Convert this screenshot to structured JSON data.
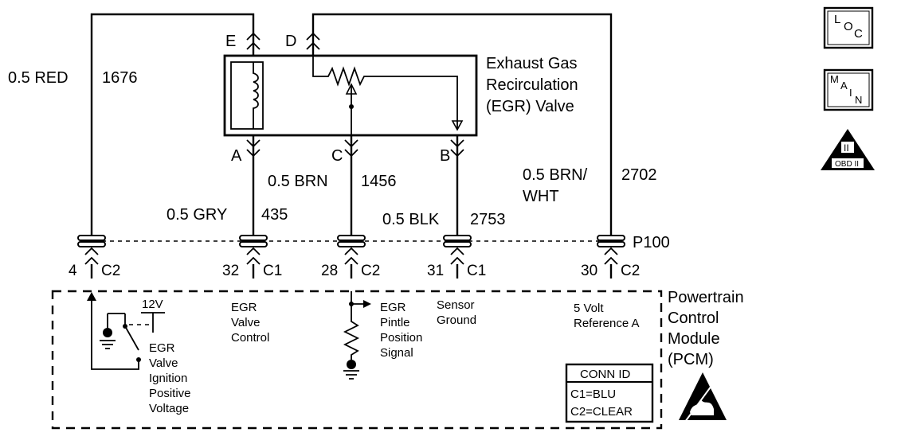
{
  "component": {
    "name_lines": [
      "Exhaust Gas",
      "Recirculation",
      "(EGR) Valve"
    ]
  },
  "valve_terminals": {
    "e": "E",
    "d": "D",
    "a": "A",
    "c": "C",
    "b": "B"
  },
  "wires": {
    "red": {
      "gauge_color": "0.5 RED",
      "circuit": "1676"
    },
    "gry": {
      "gauge_color": "0.5 GRY",
      "circuit": "435"
    },
    "brn": {
      "gauge_color": "0.5 BRN",
      "circuit": "1456"
    },
    "blk": {
      "gauge_color": "0.5 BLK",
      "circuit": "2753"
    },
    "brnwht": {
      "gauge_color_lines": [
        "0.5 BRN/",
        "WHT"
      ],
      "circuit": "2702"
    }
  },
  "connector_ref": "P100",
  "pins": [
    {
      "number": "4",
      "connector": "C2"
    },
    {
      "number": "32",
      "connector": "C1"
    },
    {
      "number": "28",
      "connector": "C2"
    },
    {
      "number": "31",
      "connector": "C1"
    },
    {
      "number": "30",
      "connector": "C2"
    }
  ],
  "pcm": {
    "name_lines": [
      "Powertrain",
      "Control",
      "Module",
      "(PCM)"
    ],
    "voltage": "12V",
    "ignition_label_lines": [
      "EGR",
      "Valve",
      "Ignition",
      "Positive",
      "Voltage"
    ],
    "valve_control_lines": [
      "EGR",
      "Valve",
      "Control"
    ],
    "pintle_lines": [
      "EGR",
      "Pintle",
      "Position",
      "Signal"
    ],
    "sensor_ground_lines": [
      "Sensor",
      "Ground"
    ],
    "reference_lines": [
      "5 Volt",
      "Reference A"
    ]
  },
  "conn_id": {
    "title": "CONN ID",
    "rows": [
      "C1=BLU",
      "C2=CLEAR"
    ]
  },
  "side_icons": {
    "loc": {
      "chars": [
        "L",
        "O",
        "C"
      ]
    },
    "main": {
      "chars": [
        "M",
        "A",
        "I",
        "N"
      ]
    },
    "obd": {
      "label": "OBD II",
      "numeral": "II"
    }
  }
}
